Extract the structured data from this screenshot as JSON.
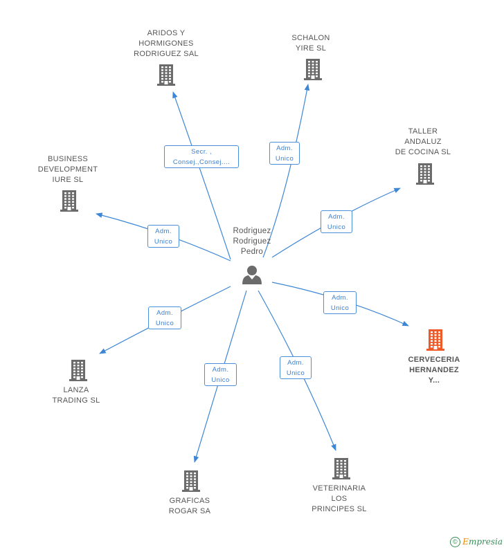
{
  "center": {
    "name_lines": [
      "Rodriguez",
      "Rodriguez",
      "Pedro"
    ],
    "icon": "person-icon"
  },
  "nodes": [
    {
      "id": "aridos",
      "lines": [
        "ARIDOS Y",
        "HORMIGONES",
        "RODRIGUEZ  SAL"
      ],
      "icon": "building-icon",
      "highlight": false
    },
    {
      "id": "schalon",
      "lines": [
        "SCHALON",
        "YIRE SL"
      ],
      "icon": "building-icon",
      "highlight": false
    },
    {
      "id": "taller",
      "lines": [
        "TALLER",
        "ANDALUZ",
        "DE COCINA  SL"
      ],
      "icon": "building-icon",
      "highlight": false
    },
    {
      "id": "business",
      "lines": [
        "BUSINESS",
        "DEVELOPMENT",
        "IURE SL"
      ],
      "icon": "building-icon",
      "highlight": false
    },
    {
      "id": "cerveceria",
      "lines": [
        "CERVECERIA",
        "HERNANDEZ",
        "Y..."
      ],
      "icon": "building-icon",
      "highlight": true
    },
    {
      "id": "lanza",
      "lines": [
        "LANZA",
        "TRADING SL"
      ],
      "icon": "building-icon",
      "highlight": false
    },
    {
      "id": "graficas",
      "lines": [
        "GRAFICAS",
        "ROGAR SA"
      ],
      "icon": "building-icon",
      "highlight": false
    },
    {
      "id": "veterinaria",
      "lines": [
        "VETERINARIA",
        "LOS",
        "PRINCIPES SL"
      ],
      "icon": "building-icon",
      "highlight": false
    }
  ],
  "edges": [
    {
      "to": "aridos",
      "lines": [
        "Secr. ,",
        "Consej.,Consej...."
      ]
    },
    {
      "to": "schalon",
      "lines": [
        "Adm.",
        "Unico"
      ]
    },
    {
      "to": "taller",
      "lines": [
        "Adm.",
        "Unico"
      ]
    },
    {
      "to": "business",
      "lines": [
        "Adm.",
        "Unico"
      ]
    },
    {
      "to": "cerveceria",
      "lines": [
        "Adm.",
        "Unico"
      ]
    },
    {
      "to": "lanza",
      "lines": [
        "Adm.",
        "Unico"
      ]
    },
    {
      "to": "graficas",
      "lines": [
        "Adm.",
        "Unico"
      ]
    },
    {
      "to": "veterinaria",
      "lines": [
        "Adm.",
        "Unico"
      ]
    }
  ],
  "colors": {
    "edge": "#3d86d6",
    "node_icon": "#6b6b6b",
    "highlight_icon": "#f05a28",
    "label_text": "#555555",
    "edge_text": "#3c7fcf"
  },
  "footer": {
    "copyright_symbol": "©",
    "brand_e": "E",
    "brand_rest": "mpresia"
  }
}
